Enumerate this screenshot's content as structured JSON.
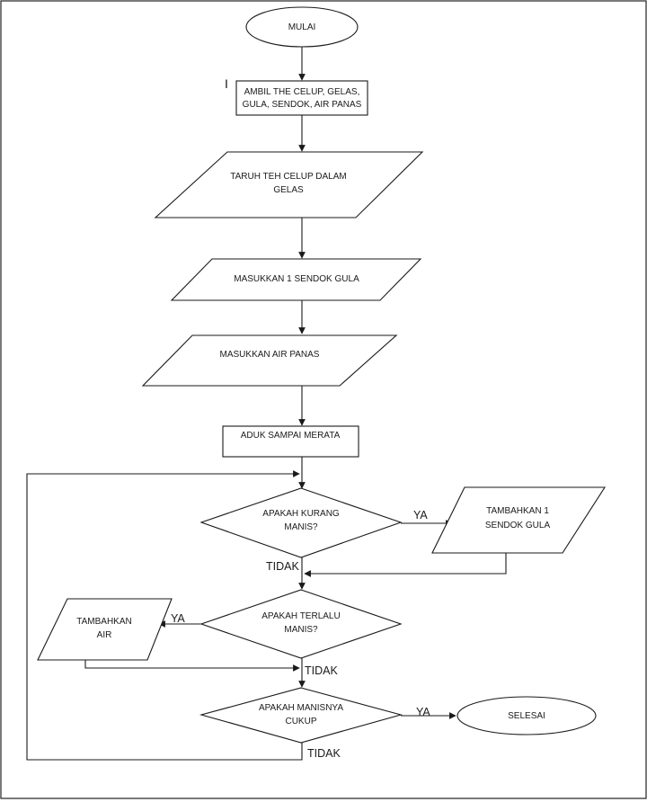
{
  "nodes": {
    "start": {
      "lines": [
        "MULAI"
      ]
    },
    "step1": {
      "lines": [
        "AMBIL THE CELUP, GELAS,",
        "GULA, SENDOK, AIR PANAS"
      ]
    },
    "step1_marker": "I",
    "step2": {
      "lines": [
        "TARUH TEH CELUP DALAM",
        "GELAS"
      ]
    },
    "step3": {
      "lines": [
        "MASUKKAN 1 SENDOK GULA"
      ]
    },
    "step4": {
      "lines": [
        "MASUKKAN AIR PANAS"
      ]
    },
    "step5": {
      "lines": [
        "ADUK SAMPAI MERATA"
      ]
    },
    "decision1": {
      "lines": [
        "APAKAH KURANG",
        "MANIS?"
      ]
    },
    "action1": {
      "lines": [
        "TAMBAHKAN 1",
        "SENDOK GULA"
      ]
    },
    "decision2": {
      "lines": [
        "APAKAH TERLALU",
        "MANIS?"
      ]
    },
    "action2": {
      "lines": [
        "TAMBAHKAN",
        "AIR"
      ]
    },
    "decision3": {
      "lines": [
        "APAKAH MANISNYA",
        "CUKUP"
      ]
    },
    "end": {
      "lines": [
        "SELESAI"
      ]
    }
  },
  "edge_labels": {
    "d1_yes": "YA",
    "d1_no": "TIDAK",
    "d2_yes": "YA",
    "d2_no": "TIDAK",
    "d3_yes": "YA",
    "d3_no": "TIDAK"
  },
  "colors": {
    "stroke": "#1a1a1a",
    "fill": "#ffffff",
    "background": "#ffffff"
  }
}
